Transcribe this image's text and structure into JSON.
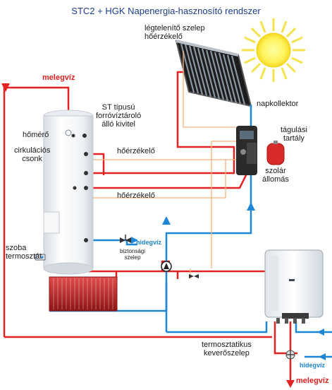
{
  "title": "STC2 + HGK Napenergia-hasznosító rendszer",
  "labels": {
    "air_valve_line1": "légtelenítő szelep",
    "air_valve_line2": "hőérzékelő",
    "collector": "napkollektor",
    "expansion_line1": "tágulási",
    "expansion_line2": "tartály",
    "solar_station_line1": "szolár",
    "solar_station_line2": "állomás",
    "hot_water_top": "melegvíz",
    "tank_line1": "ST típusú",
    "tank_line2": "forróvíztároló",
    "tank_line3": "álló kivitel",
    "thermometer": "hőmérő",
    "circ_line1": "cirkulációs",
    "circ_line2": "csonk",
    "sensor_mid": "hőérzékelő",
    "sensor_low": "hőérzékelő",
    "cold_water_mid": "hidegvíz",
    "safety_line1": "biztonsági",
    "safety_line2": "szelep",
    "room_line1": "szoba",
    "room_line2": "termosztát",
    "mixer_line1": "termosztatikus",
    "mixer_line2": "keverőszelep",
    "cold_water_bottom": "hidegvíz",
    "hot_water_bottom": "melegvíz"
  },
  "colors": {
    "hot_pipe": "#e32222",
    "cold_pipe": "#1f86d6",
    "sensor_wire": "#f3b27a",
    "title": "#1d3c8f"
  }
}
